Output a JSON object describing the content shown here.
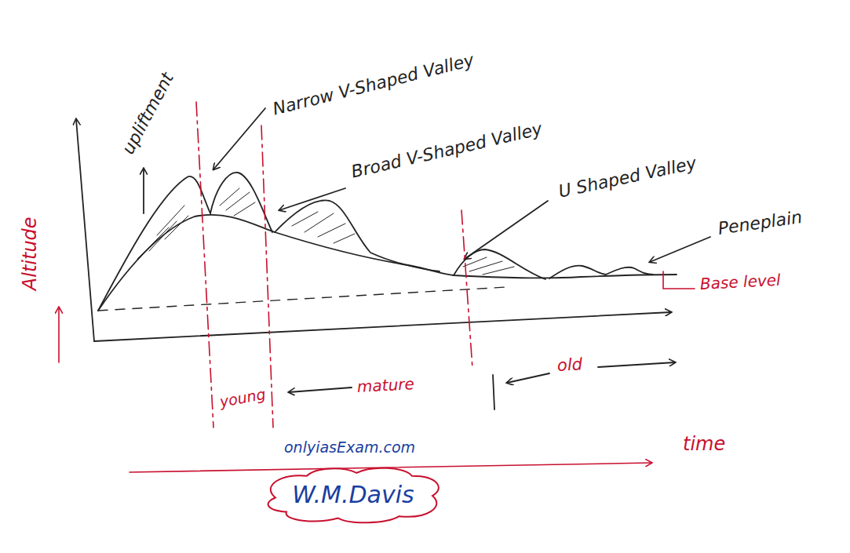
{
  "diagram": {
    "nodes": [
      {
        "text": [
          "W.M.Davis"
        ]
      }
    ],
    "labels": [
      "upliftment",
      "Narrow V-Shaped Valley",
      "Broad V-Shaped Valley",
      "U Shaped Valley",
      "Peneplain",
      "Base level",
      "Altitude",
      "young",
      "mature",
      "old",
      "time",
      "onlyiasExam.com"
    ]
  }
}
